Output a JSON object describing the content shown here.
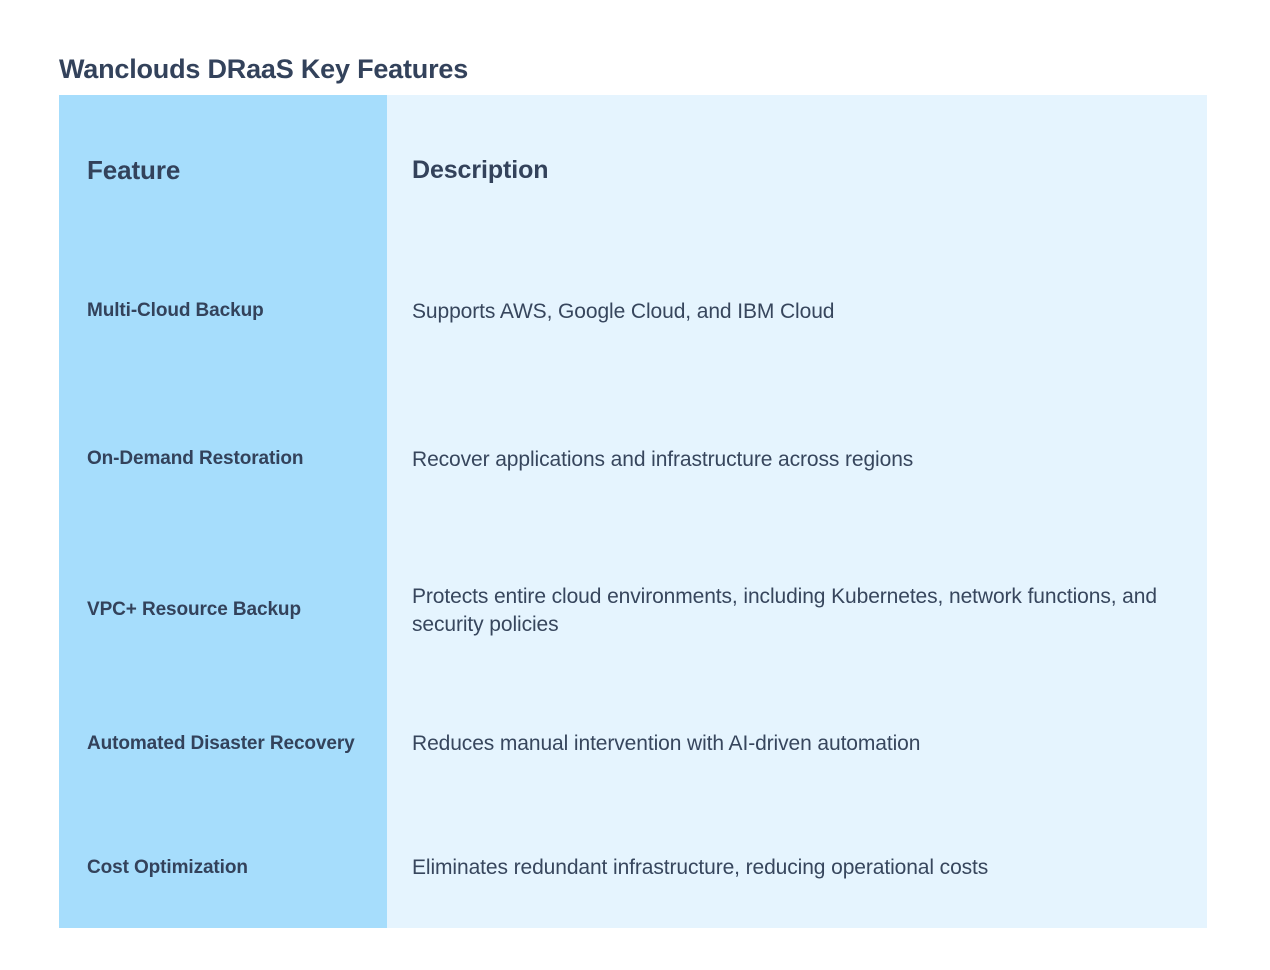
{
  "page": {
    "title": "Wanclouds DRaaS Key Features",
    "background_color": "#ffffff",
    "title_color": "#33425b"
  },
  "table": {
    "feature_column_color": "#a6ddfc",
    "description_column_color": "#e5f4fe",
    "text_color": "#33425b",
    "description_text_color": "#37465d",
    "headers": {
      "feature": "Feature",
      "description": "Description"
    },
    "rows": [
      {
        "feature": "Multi-Cloud Backup",
        "description": "Supports AWS, Google Cloud, and IBM Cloud"
      },
      {
        "feature": "On-Demand Restoration",
        "description": "Recover applications and infrastructure across regions"
      },
      {
        "feature": "VPC+ Resource Backup",
        "description": "Protects entire cloud environments, including Kubernetes, network functions, and security policies"
      },
      {
        "feature": "Automated Disaster Recovery",
        "description": "Reduces manual intervention with AI-driven automation"
      },
      {
        "feature": "Cost Optimization",
        "description": "Eliminates redundant infrastructure, reducing operational costs"
      }
    ]
  }
}
